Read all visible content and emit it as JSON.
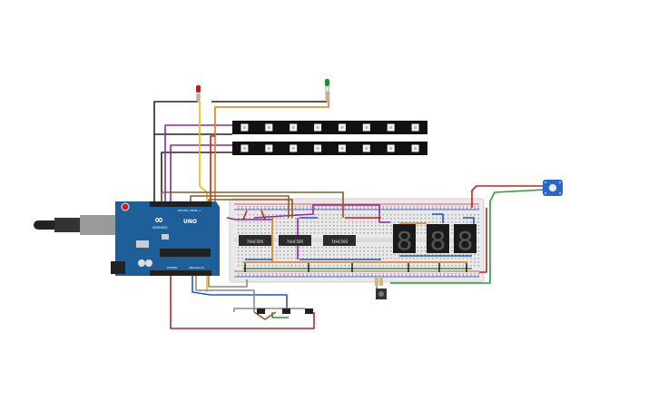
{
  "arduino": {
    "brand": "ARDUINO",
    "model": "UNO",
    "header_label": "DIGITAL (PWM~)",
    "power_label": "POWER",
    "analog_label": "ANALOG IN",
    "board_color": "#1f5f99",
    "usb_color": "#9a9a9a"
  },
  "chips": [
    {
      "label": "74HC595"
    },
    {
      "label": "74HC595"
    },
    {
      "label": "74HC595"
    }
  ],
  "seven_segment": [
    {
      "digit": "8"
    },
    {
      "digit": "8"
    },
    {
      "digit": "8"
    }
  ],
  "led_strips": [
    {
      "pixel_count": 8
    },
    {
      "pixel_count": 8
    }
  ],
  "leds": [
    {
      "color": "red",
      "hex": "#b22222"
    },
    {
      "color": "green",
      "hex": "#1f8f2b"
    }
  ],
  "wire_colors": {
    "black": "#222222",
    "purple": "#8e2a9a",
    "orange": "#e07b1a",
    "yellow": "#e8c000",
    "red": "#cc1f1f",
    "brown": "#8a5a2b",
    "green": "#2a9a3a",
    "blue": "#2255cc",
    "grey": "#888888"
  },
  "breadboard_color": "#e9e9e9"
}
